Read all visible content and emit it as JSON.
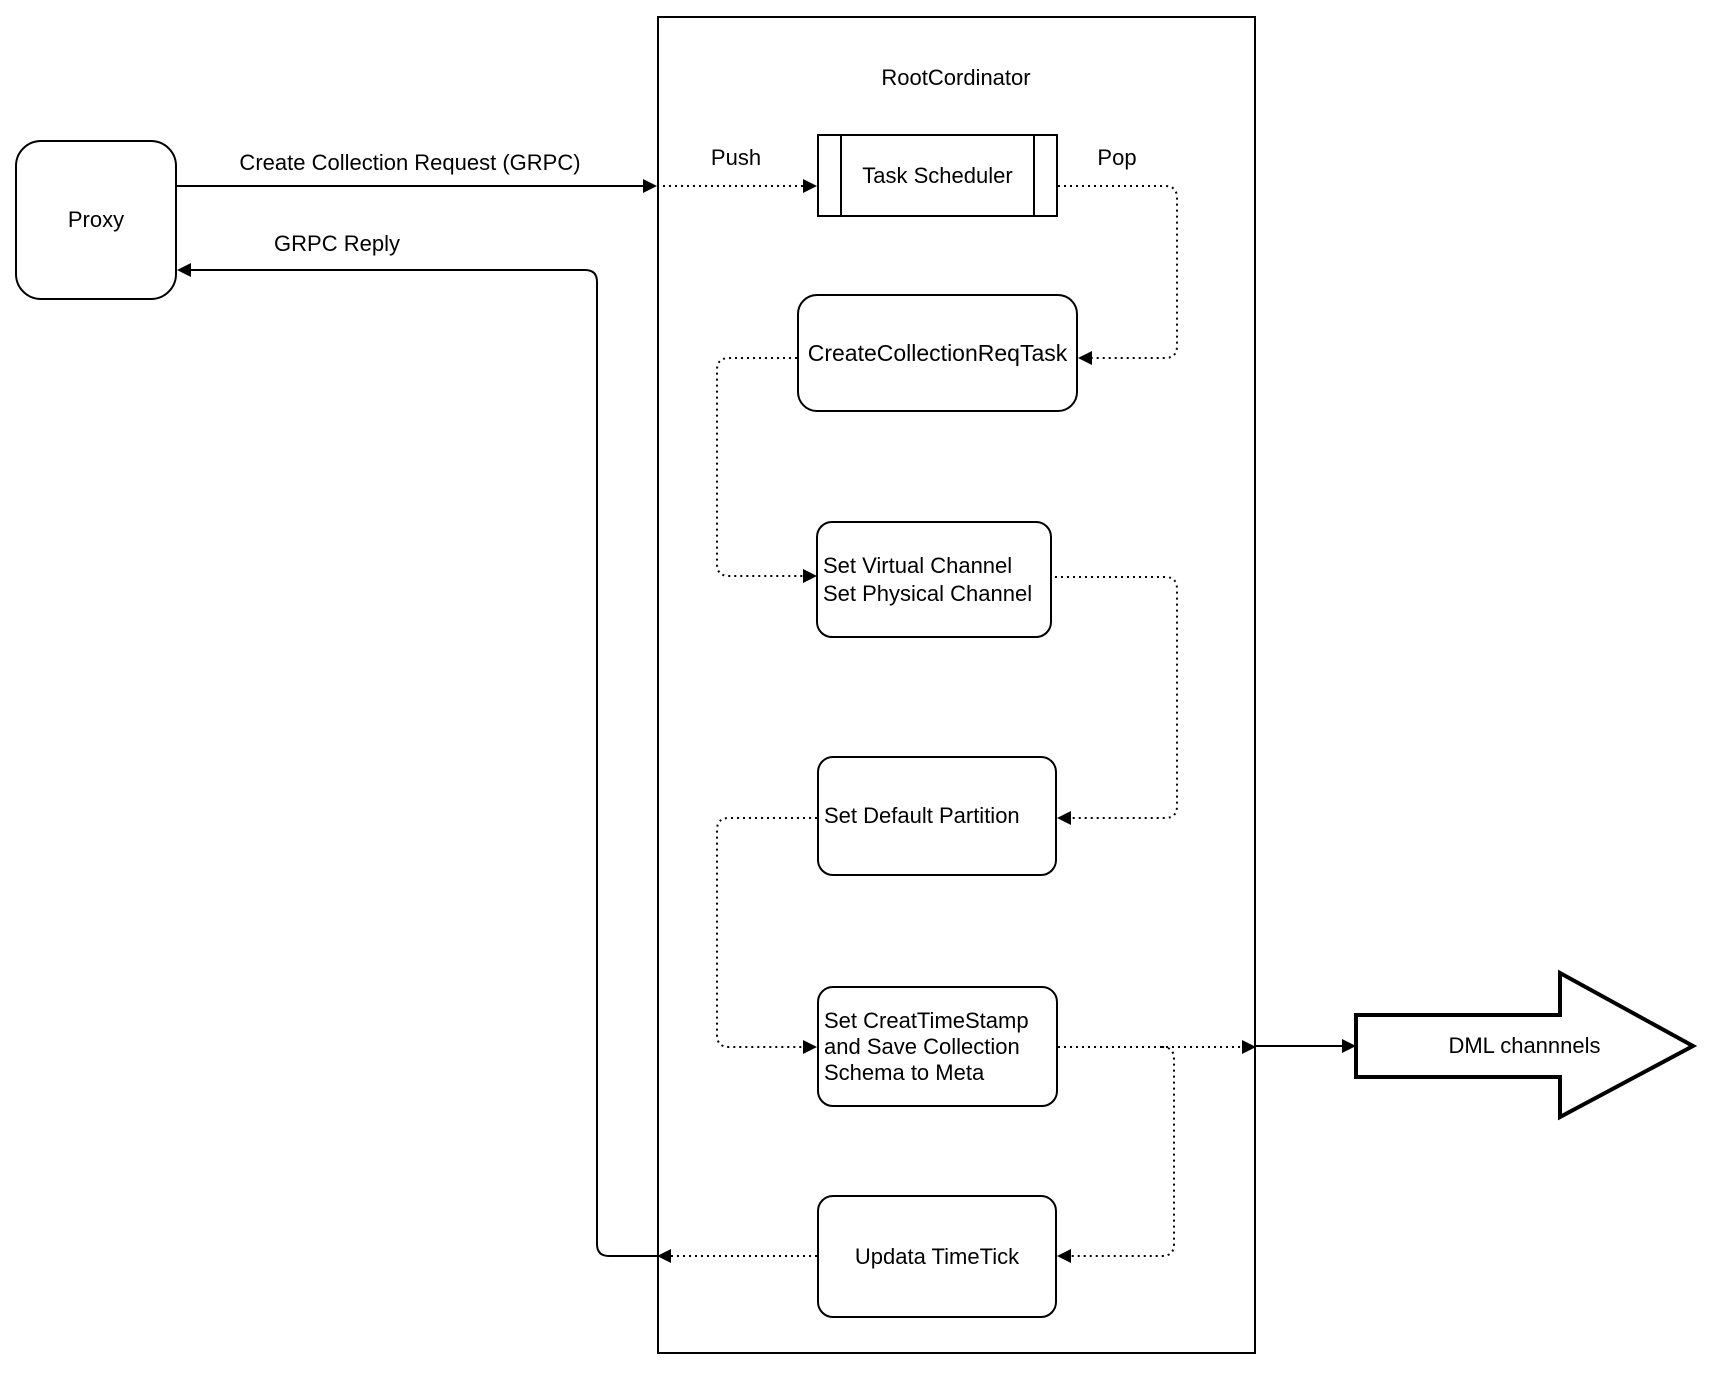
{
  "diagram": {
    "title": "RootCordinator",
    "nodes": {
      "proxy": {
        "label": "Proxy"
      },
      "task_scheduler": {
        "label": "Task Scheduler"
      },
      "create_collection_req_task": {
        "label": "CreateCollectionReqTask"
      },
      "set_channels": {
        "lines": [
          "Set Virtual Channel",
          "Set Physical Channel"
        ]
      },
      "set_default_partition": {
        "label": "Set Default Partition"
      },
      "set_creat_timestamp": {
        "lines": [
          "Set CreatTimeStamp",
          "and Save Collection",
          "Schema to Meta"
        ]
      },
      "updata_timetick": {
        "label": "Updata TimeTick"
      },
      "dml_channels": {
        "label": "DML channnels"
      }
    },
    "edge_labels": {
      "create_collection_request": "Create Collection Request (GRPC)",
      "grpc_reply": "GRPC Reply",
      "push": "Push",
      "pop": "Pop"
    },
    "colors": {
      "stroke": "#000000",
      "background": "#ffffff"
    }
  }
}
